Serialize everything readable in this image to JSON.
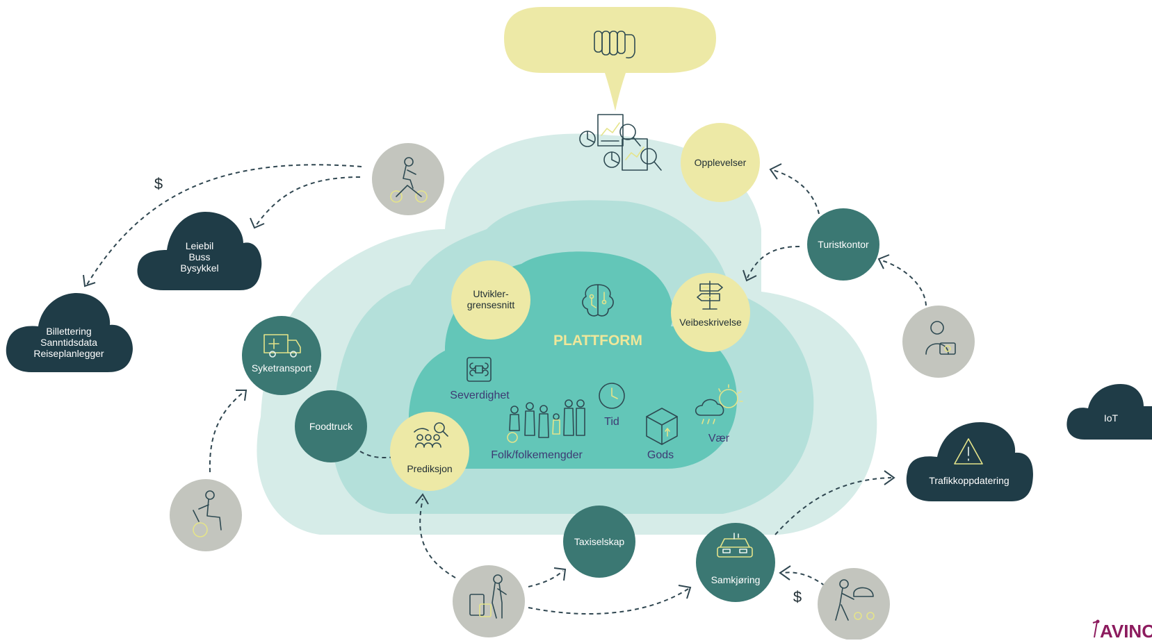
{
  "platform": {
    "title": "PLATTFORM"
  },
  "platform_items": {
    "severdighet": "Severdighet",
    "folk": "Folk/folkemengder",
    "tid": "Tid",
    "gods": "Gods",
    "vaer": "Vær"
  },
  "yellow_nodes": {
    "utvikler_line1": "Utvikler-",
    "utvikler_line2": "grensesnitt",
    "veibeskrivelse": "Veibeskrivelse",
    "opplevelser": "Opplevelser",
    "prediksjon": "Prediksjon"
  },
  "dark_nodes": {
    "syketransport": "Syketransport",
    "foodtruck": "Foodtruck",
    "turistkontor": "Turistkontor",
    "taxiselskap": "Taxiselskap",
    "samkjoring": "Samkjøring"
  },
  "clouds": {
    "leiebil": [
      "Leiebil",
      "Buss",
      "Bysykkel"
    ],
    "billettering": [
      "Billettering",
      "Sanntidsdata",
      "Reiseplanlegger"
    ],
    "trafikk": "Trafikkoppdatering",
    "iot": "IoT"
  },
  "money_symbols": {
    "top_left": "$",
    "bottom": "$"
  },
  "brand": {
    "logo_text": "AVINO"
  },
  "colors": {
    "outer_cloud": "#d6ece8",
    "middle_cloud": "#b4e0da",
    "inner_cloud": "#63c6b8",
    "yellow": "#ede9a6",
    "dark_teal": "#1f3c47",
    "teal_circle": "#3b7873",
    "grey_circle": "#c3c5be",
    "brand": "#8c1b5e"
  }
}
